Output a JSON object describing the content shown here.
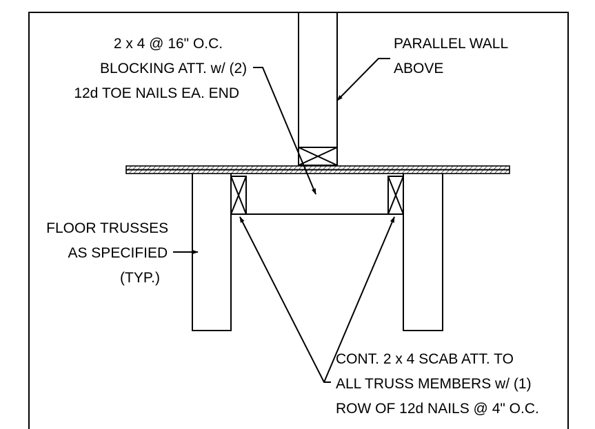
{
  "labels": {
    "blocking": [
      "2 x 4 @ 16\" O.C.",
      "BLOCKING ATT. w/ (2)",
      "12d TOE NAILS EA. END"
    ],
    "parallel_wall": [
      "PARALLEL WALL",
      "ABOVE"
    ],
    "floor_trusses": [
      "FLOOR TRUSSES",
      "AS SPECIFIED",
      "(TYP.)"
    ],
    "scab": [
      "CONT. 2 x 4 SCAB ATT. TO",
      "ALL TRUSS MEMBERS w/ (1)",
      "ROW OF 12d NAILS @ 4\" O.C."
    ]
  },
  "colors": {
    "line": "#000000",
    "background": "#ffffff"
  }
}
